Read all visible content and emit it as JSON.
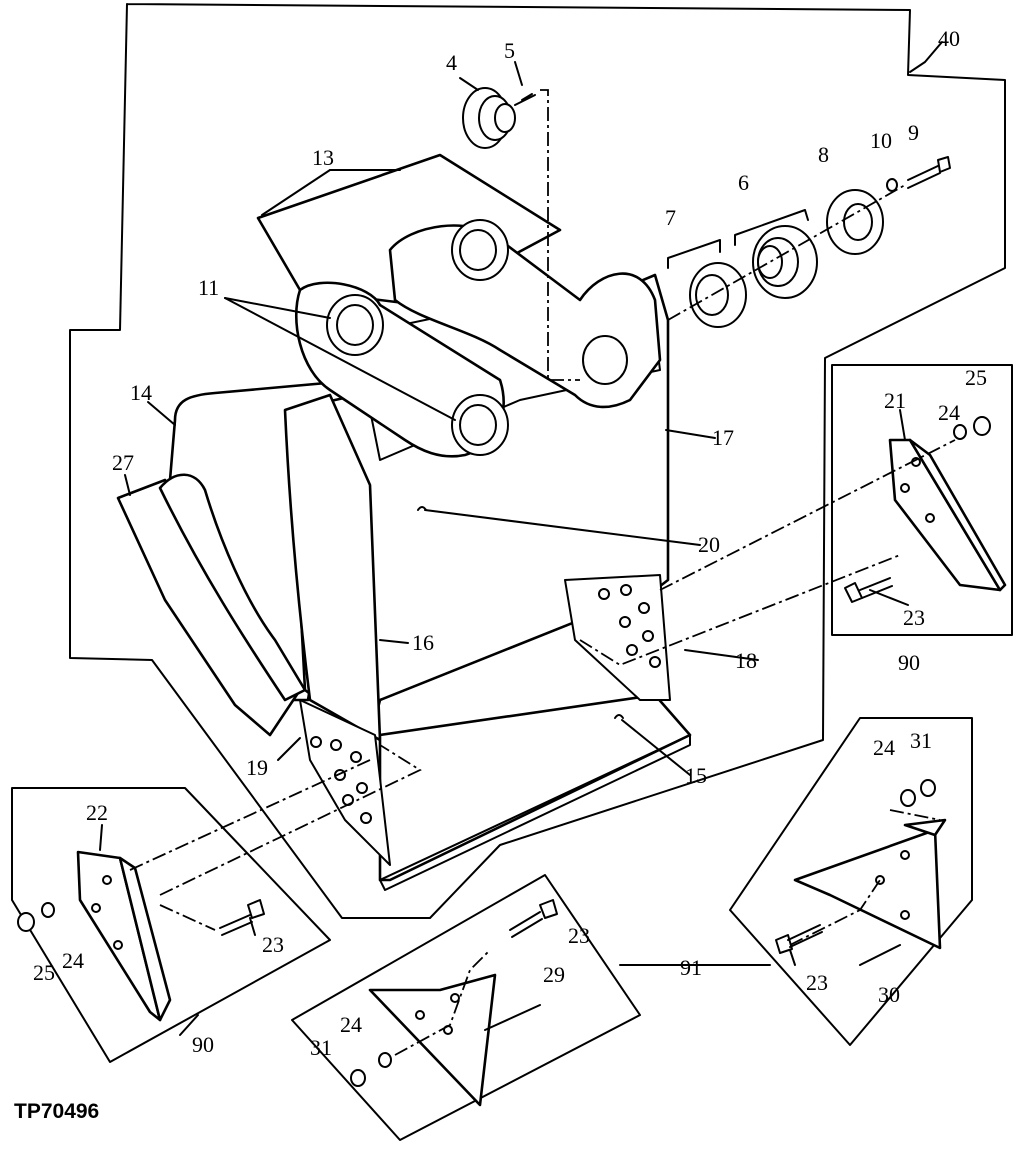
{
  "drawing_code": "TP70496",
  "callouts": [
    "4",
    "5",
    "40",
    "13",
    "9",
    "10",
    "8",
    "6",
    "7",
    "11",
    "14",
    "17",
    "27",
    "21",
    "24",
    "25",
    "20",
    "16",
    "18",
    "23",
    "90",
    "19",
    "15",
    "24",
    "31",
    "22",
    "23",
    "91",
    "23",
    "29",
    "24",
    "25",
    "24",
    "90",
    "31",
    "23",
    "30"
  ]
}
